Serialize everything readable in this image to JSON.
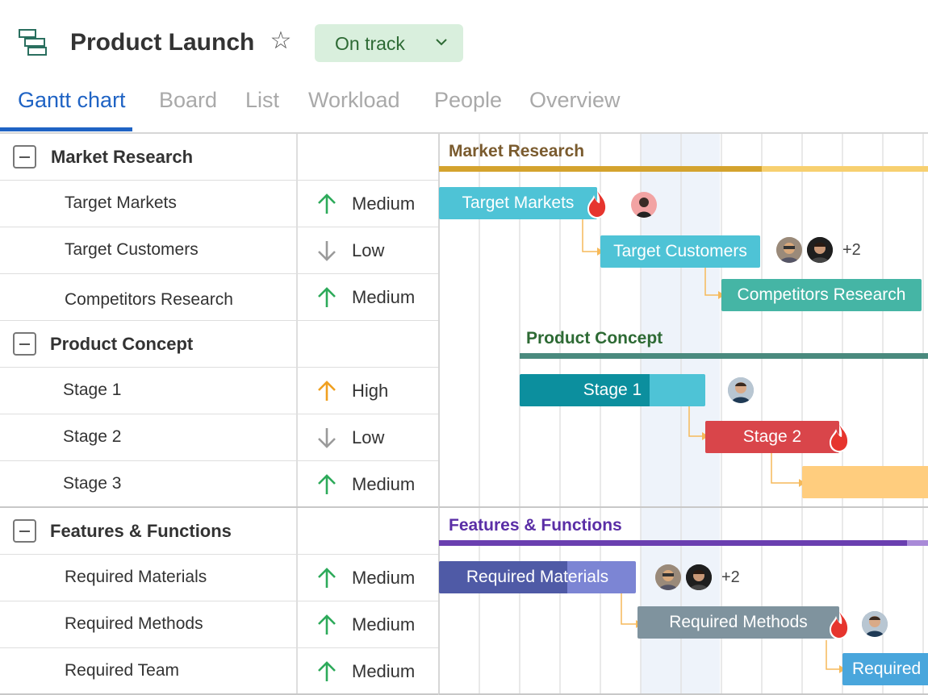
{
  "project": {
    "title": "Product Launch",
    "status": "On track"
  },
  "tabs": [
    "Gantt chart",
    "Board",
    "List",
    "Workload",
    "People",
    "Overview"
  ],
  "groups": [
    {
      "name": "Market Research",
      "color": "#7a5b2e",
      "bar_color": "#d4a32e",
      "tasks": [
        {
          "name": "Target Markets",
          "priority": "Medium",
          "priority_icon": "arrow-up-icon"
        },
        {
          "name": "Target Customers",
          "priority": "Low",
          "priority_icon": "arrow-down-icon"
        },
        {
          "name": "Competitors Research",
          "priority": "Medium",
          "priority_icon": "arrow-up-icon"
        }
      ]
    },
    {
      "name": "Product Concept",
      "color": "#2d6a34",
      "bar_color": "#4a8a7e",
      "tasks": [
        {
          "name": "Stage 1",
          "priority": "High",
          "priority_icon": "arrow-up-icon"
        },
        {
          "name": "Stage 2",
          "priority": "Low",
          "priority_icon": "arrow-down-icon"
        },
        {
          "name": "Stage 3",
          "priority": "Medium",
          "priority_icon": "arrow-up-icon"
        }
      ]
    },
    {
      "name": "Features & Functions",
      "color": "#5a2ea6",
      "bar_color": "#6a3fb0",
      "tasks": [
        {
          "name": "Required Materials",
          "priority": "Medium",
          "priority_icon": "arrow-up-icon"
        },
        {
          "name": "Required Methods",
          "priority": "Medium",
          "priority_icon": "arrow-up-icon"
        },
        {
          "name": "Required Team",
          "priority": "Medium",
          "priority_icon": "arrow-up-icon"
        }
      ]
    }
  ],
  "gantt_bars": {
    "target_markets": {
      "label": "Target Markets",
      "color": "#4ec3d6",
      "progress": 1.0
    },
    "target_customers": {
      "label": "Target Customers",
      "color": "#4ec3d6",
      "progress": 1.0,
      "extra": "+2"
    },
    "competitors_research": {
      "label": "Competitors Research",
      "color": "#45b5a5",
      "progress": 1.0
    },
    "stage_1": {
      "label": "Stage 1",
      "color": "#4ec3d6",
      "progress_color": "#0c8f9e",
      "progress": 0.7
    },
    "stage_2": {
      "label": "Stage 2",
      "color": "#d9454a",
      "progress": 1.0
    },
    "stage_3": {
      "label": "",
      "color": "#ffcd7e",
      "progress": 0
    },
    "required_materials": {
      "label": "Required Materials",
      "color": "#7c85d4",
      "progress_color": "#4f5aa6",
      "progress": 0.65,
      "extra": "+2"
    },
    "required_methods": {
      "label": "Required Methods",
      "color": "#7f939e",
      "progress": 1.0
    },
    "required_team": {
      "label": "Required",
      "color": "#49a6dc",
      "progress": 1.0
    }
  },
  "priority_colors": {
    "Medium": "#2daa5a",
    "Low": "#9a9a9a",
    "High": "#f0a020"
  }
}
